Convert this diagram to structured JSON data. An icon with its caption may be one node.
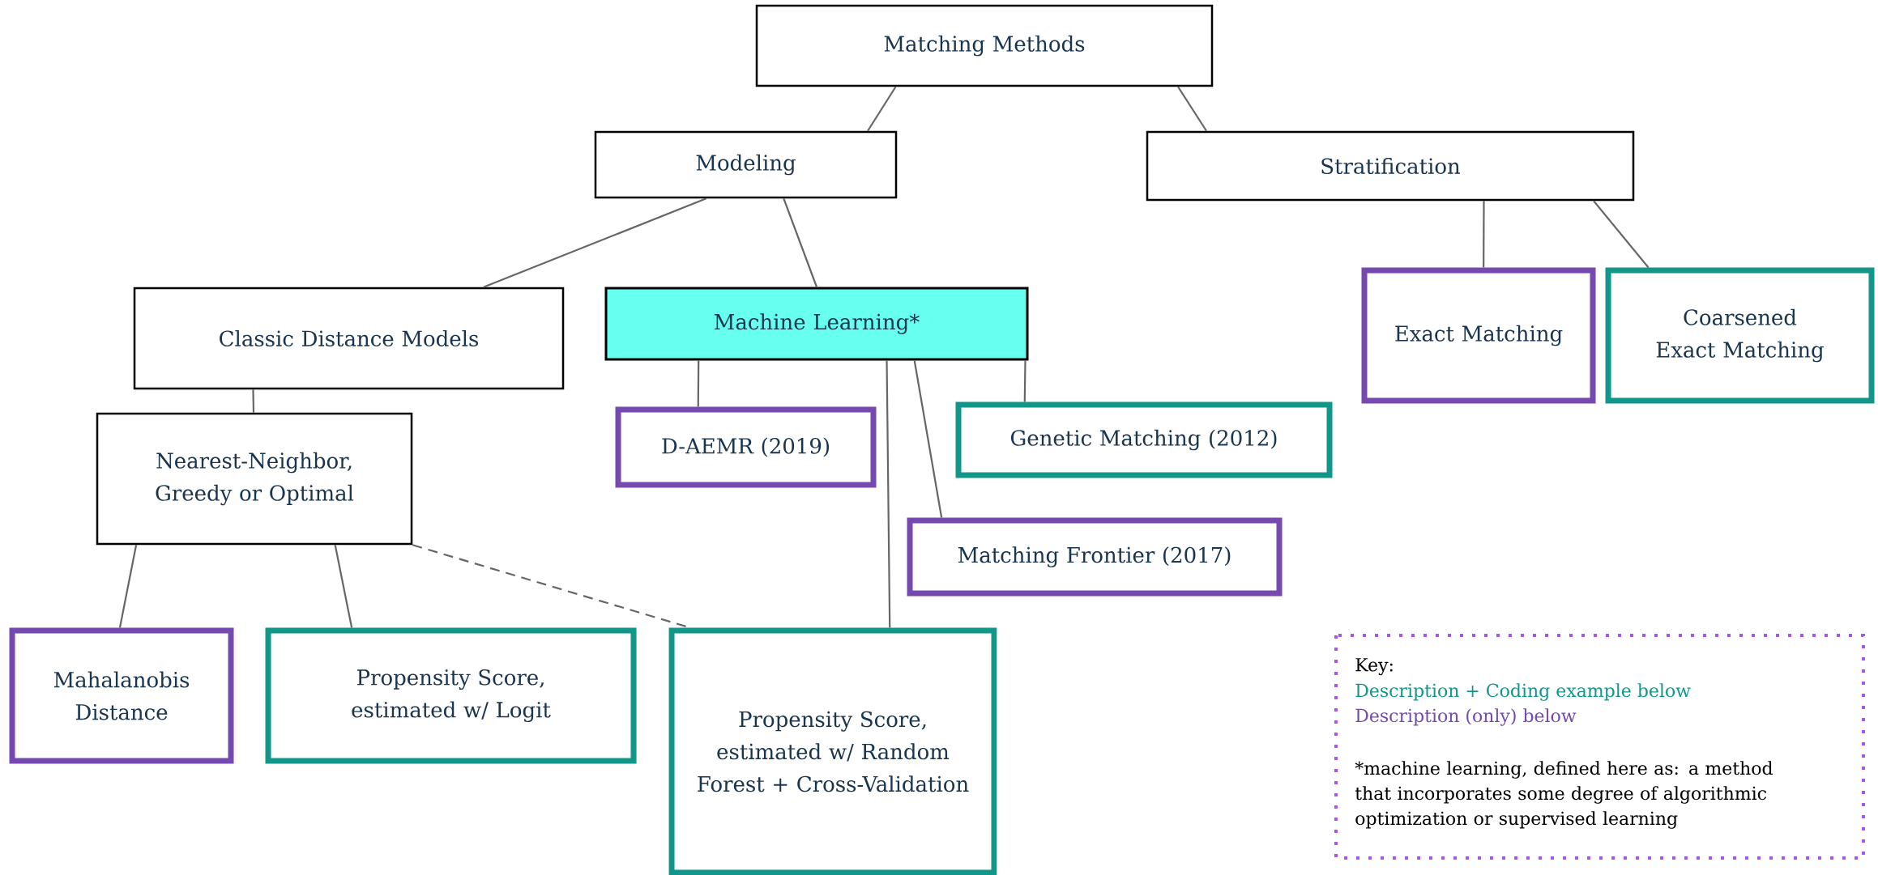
{
  "diagram": {
    "nodes": [
      {
        "text": [
          "Matching Methods"
        ]
      },
      {
        "text": [
          "Modeling"
        ]
      },
      {
        "text": [
          "Stratification"
        ]
      },
      {
        "text": [
          "Classic Distance Models"
        ]
      },
      {
        "text": [
          "Machine Learning*"
        ]
      },
      {
        "text": [
          "Exact Matching"
        ]
      },
      {
        "text": [
          "Coarsened Exact Matching"
        ]
      },
      {
        "text": [
          "Nearest-Neighbor, Greedy or Optimal"
        ]
      },
      {
        "text": [
          "D-AEMR (2019)"
        ]
      },
      {
        "text": [
          "Genetic Matching (2012)"
        ]
      },
      {
        "text": [
          "Matching Frontier (2017)"
        ]
      },
      {
        "text": [
          "Mahalanobis Distance"
        ]
      },
      {
        "text": [
          "Propensity Score, estimated w/ Logit"
        ]
      },
      {
        "text": [
          "Propensity Score, estimated w/ Random Forest + Cross-Validation"
        ]
      }
    ],
    "edges": [
      {
        "from": 0,
        "to": 1,
        "arrow": "none"
      },
      {
        "from": 0,
        "to": 2,
        "arrow": "none"
      },
      {
        "from": 1,
        "to": 3,
        "arrow": "none"
      },
      {
        "from": 1,
        "to": 4,
        "arrow": "none"
      },
      {
        "from": 2,
        "to": 5,
        "arrow": "none"
      },
      {
        "from": 2,
        "to": 6,
        "arrow": "none"
      },
      {
        "from": 3,
        "to": 7,
        "arrow": "none"
      },
      {
        "from": 4,
        "to": 8,
        "arrow": "none"
      },
      {
        "from": 4,
        "to": 13,
        "arrow": "none"
      },
      {
        "from": 4,
        "to": 10,
        "arrow": "none"
      },
      {
        "from": 4,
        "to": 9,
        "arrow": "none"
      },
      {
        "from": 7,
        "to": 11,
        "arrow": "none"
      },
      {
        "from": 7,
        "to": 12,
        "arrow": "none"
      },
      {
        "from": 7,
        "to": 13,
        "arrow": "none",
        "style": "dashed"
      }
    ],
    "labels": [
      "Key:",
      "*machine learning, defined here as: a method that incorporates some degree of algorithmic optimization or supervised  learning"
    ],
    "legend": [
      {
        "text": "Description + Coding example below",
        "color": "#13968a"
      },
      {
        "text": "Description (only) below",
        "color": "#7549b0"
      }
    ]
  }
}
